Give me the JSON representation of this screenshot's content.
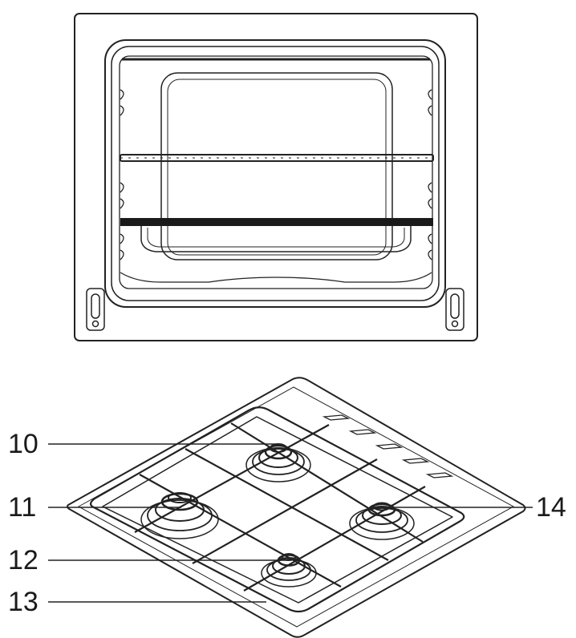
{
  "callouts": [
    {
      "id": "c10",
      "label": "10"
    },
    {
      "id": "c11",
      "label": "11"
    },
    {
      "id": "c12",
      "label": "12"
    },
    {
      "id": "c13",
      "label": "13"
    },
    {
      "id": "c14",
      "label": "14"
    }
  ]
}
